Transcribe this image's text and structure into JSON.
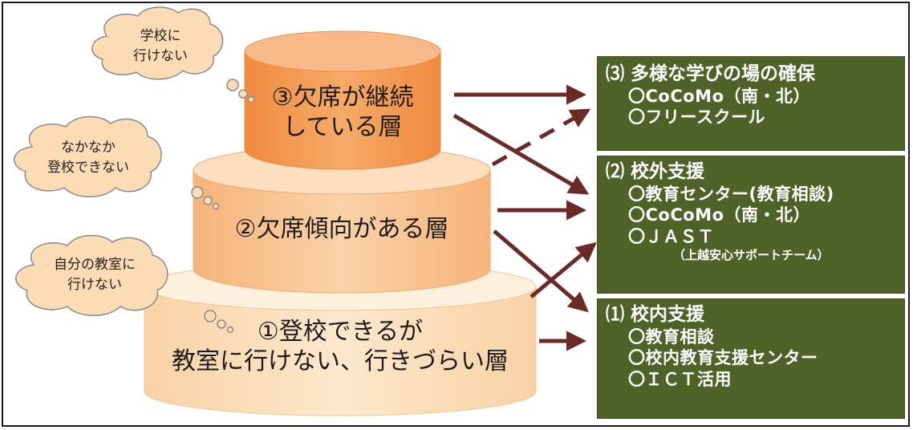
{
  "layers": [
    {
      "id": "layer3",
      "lines": [
        "③欠席が継続",
        "している層"
      ],
      "color": "#f4a463"
    },
    {
      "id": "layer2",
      "lines": [
        "②欠席傾向がある層"
      ],
      "color": "#f9c89a"
    },
    {
      "id": "layer1",
      "lines": [
        "①登校できるが",
        "教室に行けない、行きづらい層"
      ],
      "color": "#fbdcb4"
    }
  ],
  "bubbles": [
    {
      "id": "bubble3",
      "lines": [
        "学校に",
        "行けない"
      ]
    },
    {
      "id": "bubble2",
      "lines": [
        "なかなか",
        "登校できない"
      ]
    },
    {
      "id": "bubble1",
      "lines": [
        "自分の教室に",
        "行けない"
      ]
    }
  ],
  "boxes": [
    {
      "id": "box3",
      "title": "⑶ 多様な学びの場の確保",
      "items": [
        "〇CoCoMo（南・北）",
        "〇フリースクール"
      ],
      "note": ""
    },
    {
      "id": "box2",
      "title": "⑵ 校外支援",
      "items": [
        "〇教育センター(教育相談)",
        "〇CoCoMo（南・北）",
        "〇ＪＡＳＴ"
      ],
      "note": "（上越安心サポートチーム）"
    },
    {
      "id": "box1",
      "title": "⑴ 校内支援",
      "items": [
        "〇教育相談",
        "〇校内教育支援センター",
        "〇ＩＣＴ活用"
      ],
      "note": ""
    }
  ],
  "colors": {
    "arrow": "#6b2a26",
    "box_fill": "#4f6228",
    "box_text": "#ffffff"
  }
}
